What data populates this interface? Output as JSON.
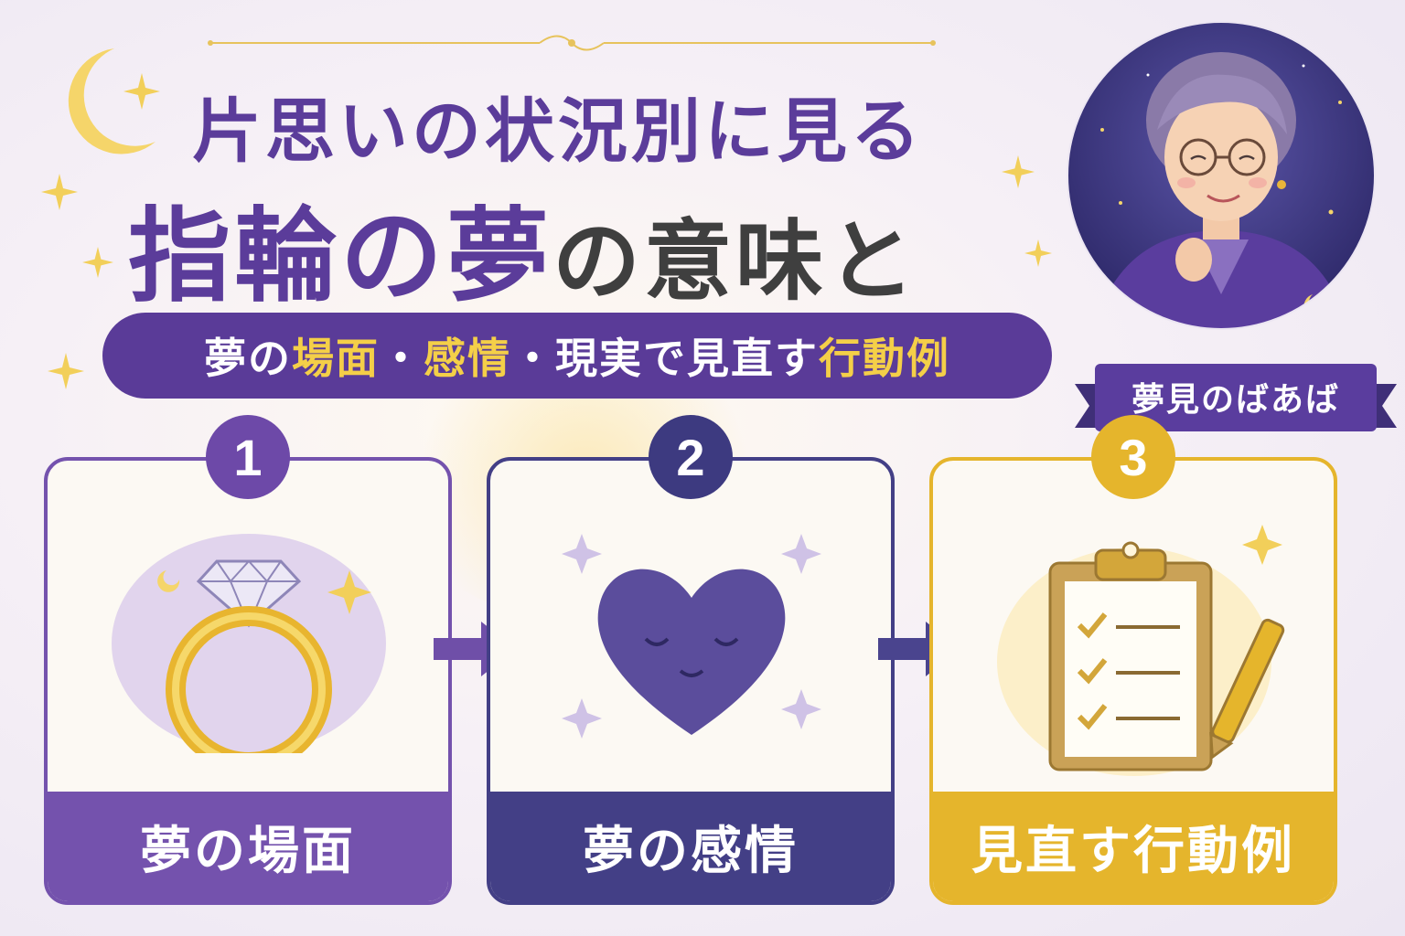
{
  "title": {
    "line1": "片思いの状況別に見る",
    "line2_main": "指輪の夢",
    "line2_rest": "の意味と"
  },
  "banner": {
    "part1": "夢の",
    "hl1": "場面",
    "sep1": "・",
    "hl2": "感情",
    "part2": "・現実で見直す",
    "hl3": "行動例"
  },
  "character": {
    "name": "夢見のばあば"
  },
  "steps": [
    {
      "number": "1",
      "label": "夢の場面",
      "icon": "diamond-ring-icon",
      "color": "#7452ad"
    },
    {
      "number": "2",
      "label": "夢の感情",
      "icon": "sleeping-heart-icon",
      "color": "#433f86"
    },
    {
      "number": "3",
      "label": "見直す行動例",
      "icon": "clipboard-checklist-icon",
      "color": "#e5b52c"
    }
  ],
  "colors": {
    "purple": "#5b3c9a",
    "navy": "#433f86",
    "gold": "#e5b52c",
    "highlight": "#f4cf48"
  }
}
